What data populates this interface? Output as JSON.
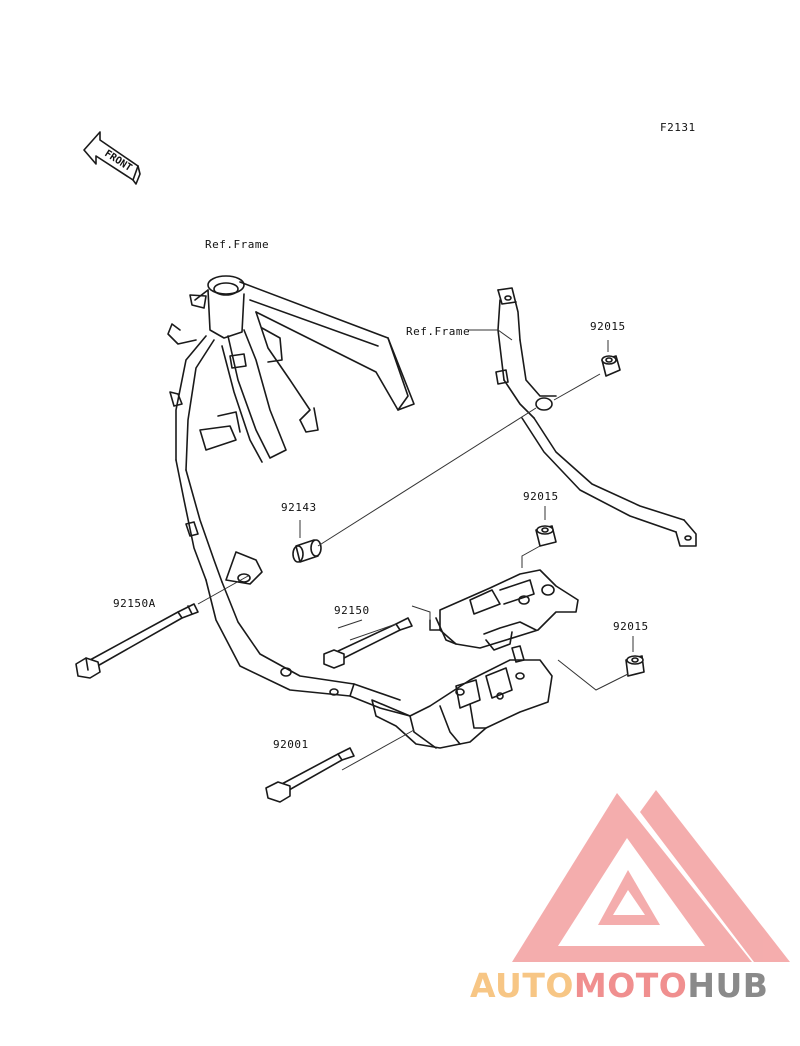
{
  "diagram": {
    "figure_code": "F2131",
    "front_indicator": "FRONT",
    "ref_frame_labels": [
      "Ref.Frame",
      "Ref.Frame"
    ],
    "part_numbers": [
      "92015",
      "92143",
      "92015",
      "92150A",
      "92150",
      "92015",
      "92001"
    ]
  },
  "watermark": {
    "brand_parts": [
      "AUTO",
      "MOTO",
      "HUB"
    ],
    "colors": {
      "auto": "#f7c685",
      "moto": "#f08f8f",
      "hub": "#8a8a8a",
      "logo": "#f09a9a"
    }
  }
}
